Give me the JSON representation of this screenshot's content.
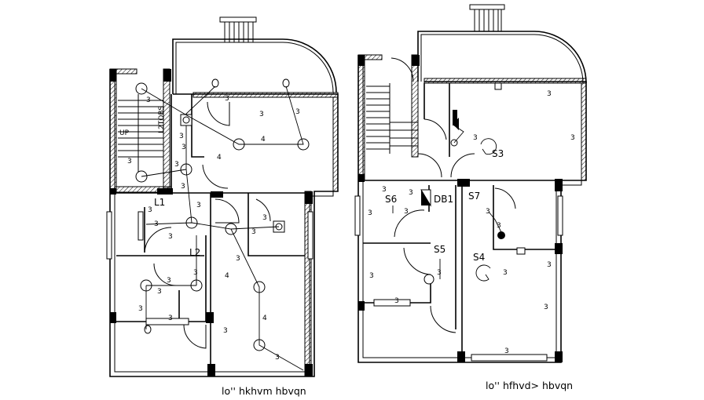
{
  "titles": {
    "left_plan": "lo'' hkhvm hbvqn",
    "right_plan": "lo'' hfhvd> hbvqn"
  },
  "left_labels": {
    "l1": "L1",
    "l2": "L2",
    "up": "UP",
    "l2tobs": "L2TOBS"
  },
  "right_labels": {
    "s3": "S3",
    "s4": "S4",
    "s5": "S5",
    "s6": "S6",
    "s7": "S7",
    "db1": "DB1"
  },
  "wire_counts": {
    "three": "3",
    "four": "4"
  }
}
